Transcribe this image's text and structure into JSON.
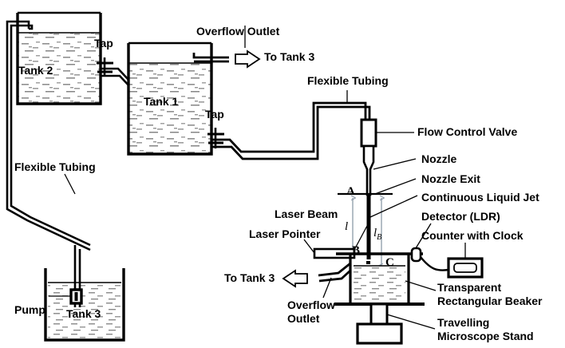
{
  "diagram": {
    "title": "Continuous liquid jet experimental apparatus",
    "colors": {
      "line": "#000000",
      "water": "#9a9a9a",
      "dimension": "#8c9aa8",
      "background": "#ffffff"
    }
  },
  "labels": {
    "tank2": "Tank 2",
    "tank1": "Tank 1",
    "tank3": "Tank 3",
    "tap_left": "Tap",
    "tap_right": "Tap",
    "overflow_outlet_top": "Overflow Outlet",
    "to_tank3_top": "To Tank 3",
    "flexible_tubing_left": "Flexible Tubing",
    "flexible_tubing_right": "Flexible Tubing",
    "pump": "Pump",
    "flow_control_valve": "Flow Control Valve",
    "nozzle": "Nozzle",
    "nozzle_exit": "Nozzle Exit",
    "continuous_liquid_jet": "Continuous Liquid Jet",
    "detector_ldr": "Detector (LDR)",
    "counter_with_clock": "Counter with Clock",
    "laser_beam": "Laser Beam",
    "laser_pointer": "Laser Pointer",
    "to_tank3_bottom": "To Tank 3",
    "overflow_outlet_bottom_line1": "Overflow",
    "overflow_outlet_bottom_line2": "Outlet",
    "transparent_beaker_line1": "Transparent",
    "transparent_beaker_line2": "Rectangular Beaker",
    "microscope_stand_line1": "Travelling",
    "microscope_stand_line2": "Microscope Stand"
  },
  "points": {
    "a": "A",
    "b": "B",
    "c": "C"
  },
  "dimensions": {
    "l": "l",
    "lb_base": "l",
    "lb_sub": "B"
  }
}
